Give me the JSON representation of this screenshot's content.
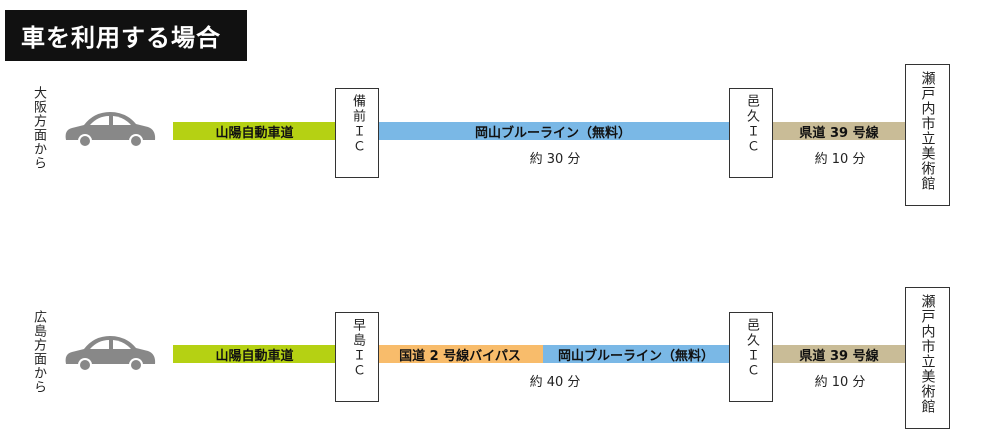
{
  "title": "車を利用する場合",
  "routes": [
    {
      "origin": "大阪方面から",
      "segments": [
        {
          "label": "山陽自動車道",
          "color": "#b5d113"
        },
        {
          "label": "岡山ブルーライン（無料）",
          "color": "#7ab8e6"
        },
        {
          "label": "県道 39 号線",
          "color": "#c9bc97"
        }
      ],
      "ic1": "備前ＩＣ",
      "ic2": "邑久ＩＣ",
      "time1": "約 30 分",
      "time2": "約 10 分",
      "destination": "瀬戸内市立美術館"
    },
    {
      "origin": "広島方面から",
      "segments": [
        {
          "label": "山陽自動車道",
          "color": "#b5d113"
        },
        {
          "label": "国道 2 号線バイパス",
          "color": "#f8bc6b"
        },
        {
          "label": "岡山ブルーライン（無料）",
          "color": "#7ab8e6"
        },
        {
          "label": "県道 39 号線",
          "color": "#c9bc97"
        }
      ],
      "ic1": "早島ＩＣ",
      "ic2": "邑久ＩＣ",
      "time1": "約 40 分",
      "time2": "約 10 分",
      "destination": "瀬戸内市立美術館"
    }
  ],
  "icons": {
    "vehicle": "car-icon"
  },
  "colors": {
    "title_bg": "#111111",
    "car": "#888888"
  }
}
